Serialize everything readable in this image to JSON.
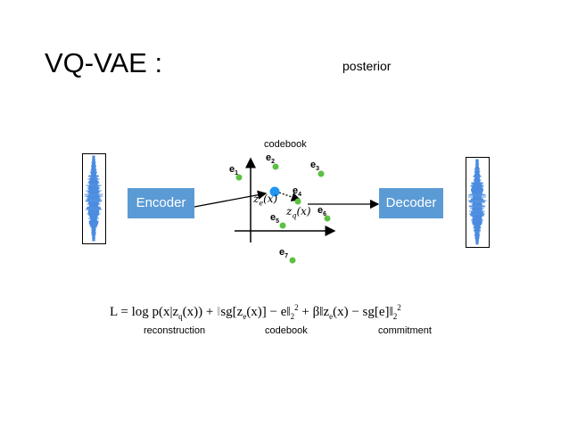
{
  "title": "VQ-VAE :",
  "posterior": "posterior",
  "codebook_label": "codebook",
  "encoder": "Encoder",
  "decoder": "Decoder",
  "embeddings": [
    {
      "id": "e1",
      "label": "e",
      "sub": "1"
    },
    {
      "id": "e2",
      "label": "e",
      "sub": "2"
    },
    {
      "id": "e3",
      "label": "e",
      "sub": "3"
    },
    {
      "id": "e4",
      "label": "e",
      "sub": "4"
    },
    {
      "id": "e5",
      "label": "e",
      "sub": "5"
    },
    {
      "id": "e6",
      "label": "e",
      "sub": "6"
    },
    {
      "id": "e7",
      "label": "e",
      "sub": "7"
    }
  ],
  "ze": {
    "main": "z",
    "sub": "e",
    "arg": "(x)"
  },
  "zq": {
    "main": "z",
    "sub": "q",
    "arg": "(x)"
  },
  "loss": {
    "formula_part1": "L = log p(x|z",
    "formula_part1_sub": "q",
    "formula_part1_end": "(x)) + ",
    "formula_grey_bar": "‖",
    "formula_part2": "sg[z",
    "formula_part2_sub": "e",
    "formula_part2_end": "(x)] − e‖",
    "formula_part2_sub2": "2",
    "formula_part2_sup2": "2",
    "formula_part3": " + β‖z",
    "formula_part3_sub": "e",
    "formula_part3_end": "(x) − sg[e]‖",
    "formula_part3_sub2": "2",
    "formula_part3_sup2": "2"
  },
  "terms": {
    "reconstruction": "reconstruction",
    "codebook": "codebook",
    "commitment": "commitment"
  },
  "colors": {
    "encoder_fill": "#5b9bd5",
    "decoder_fill": "#5b9bd5",
    "point_green": "#5cc043",
    "ze_blue": "#2196f3",
    "wave_blue": "#1e6fd9"
  }
}
